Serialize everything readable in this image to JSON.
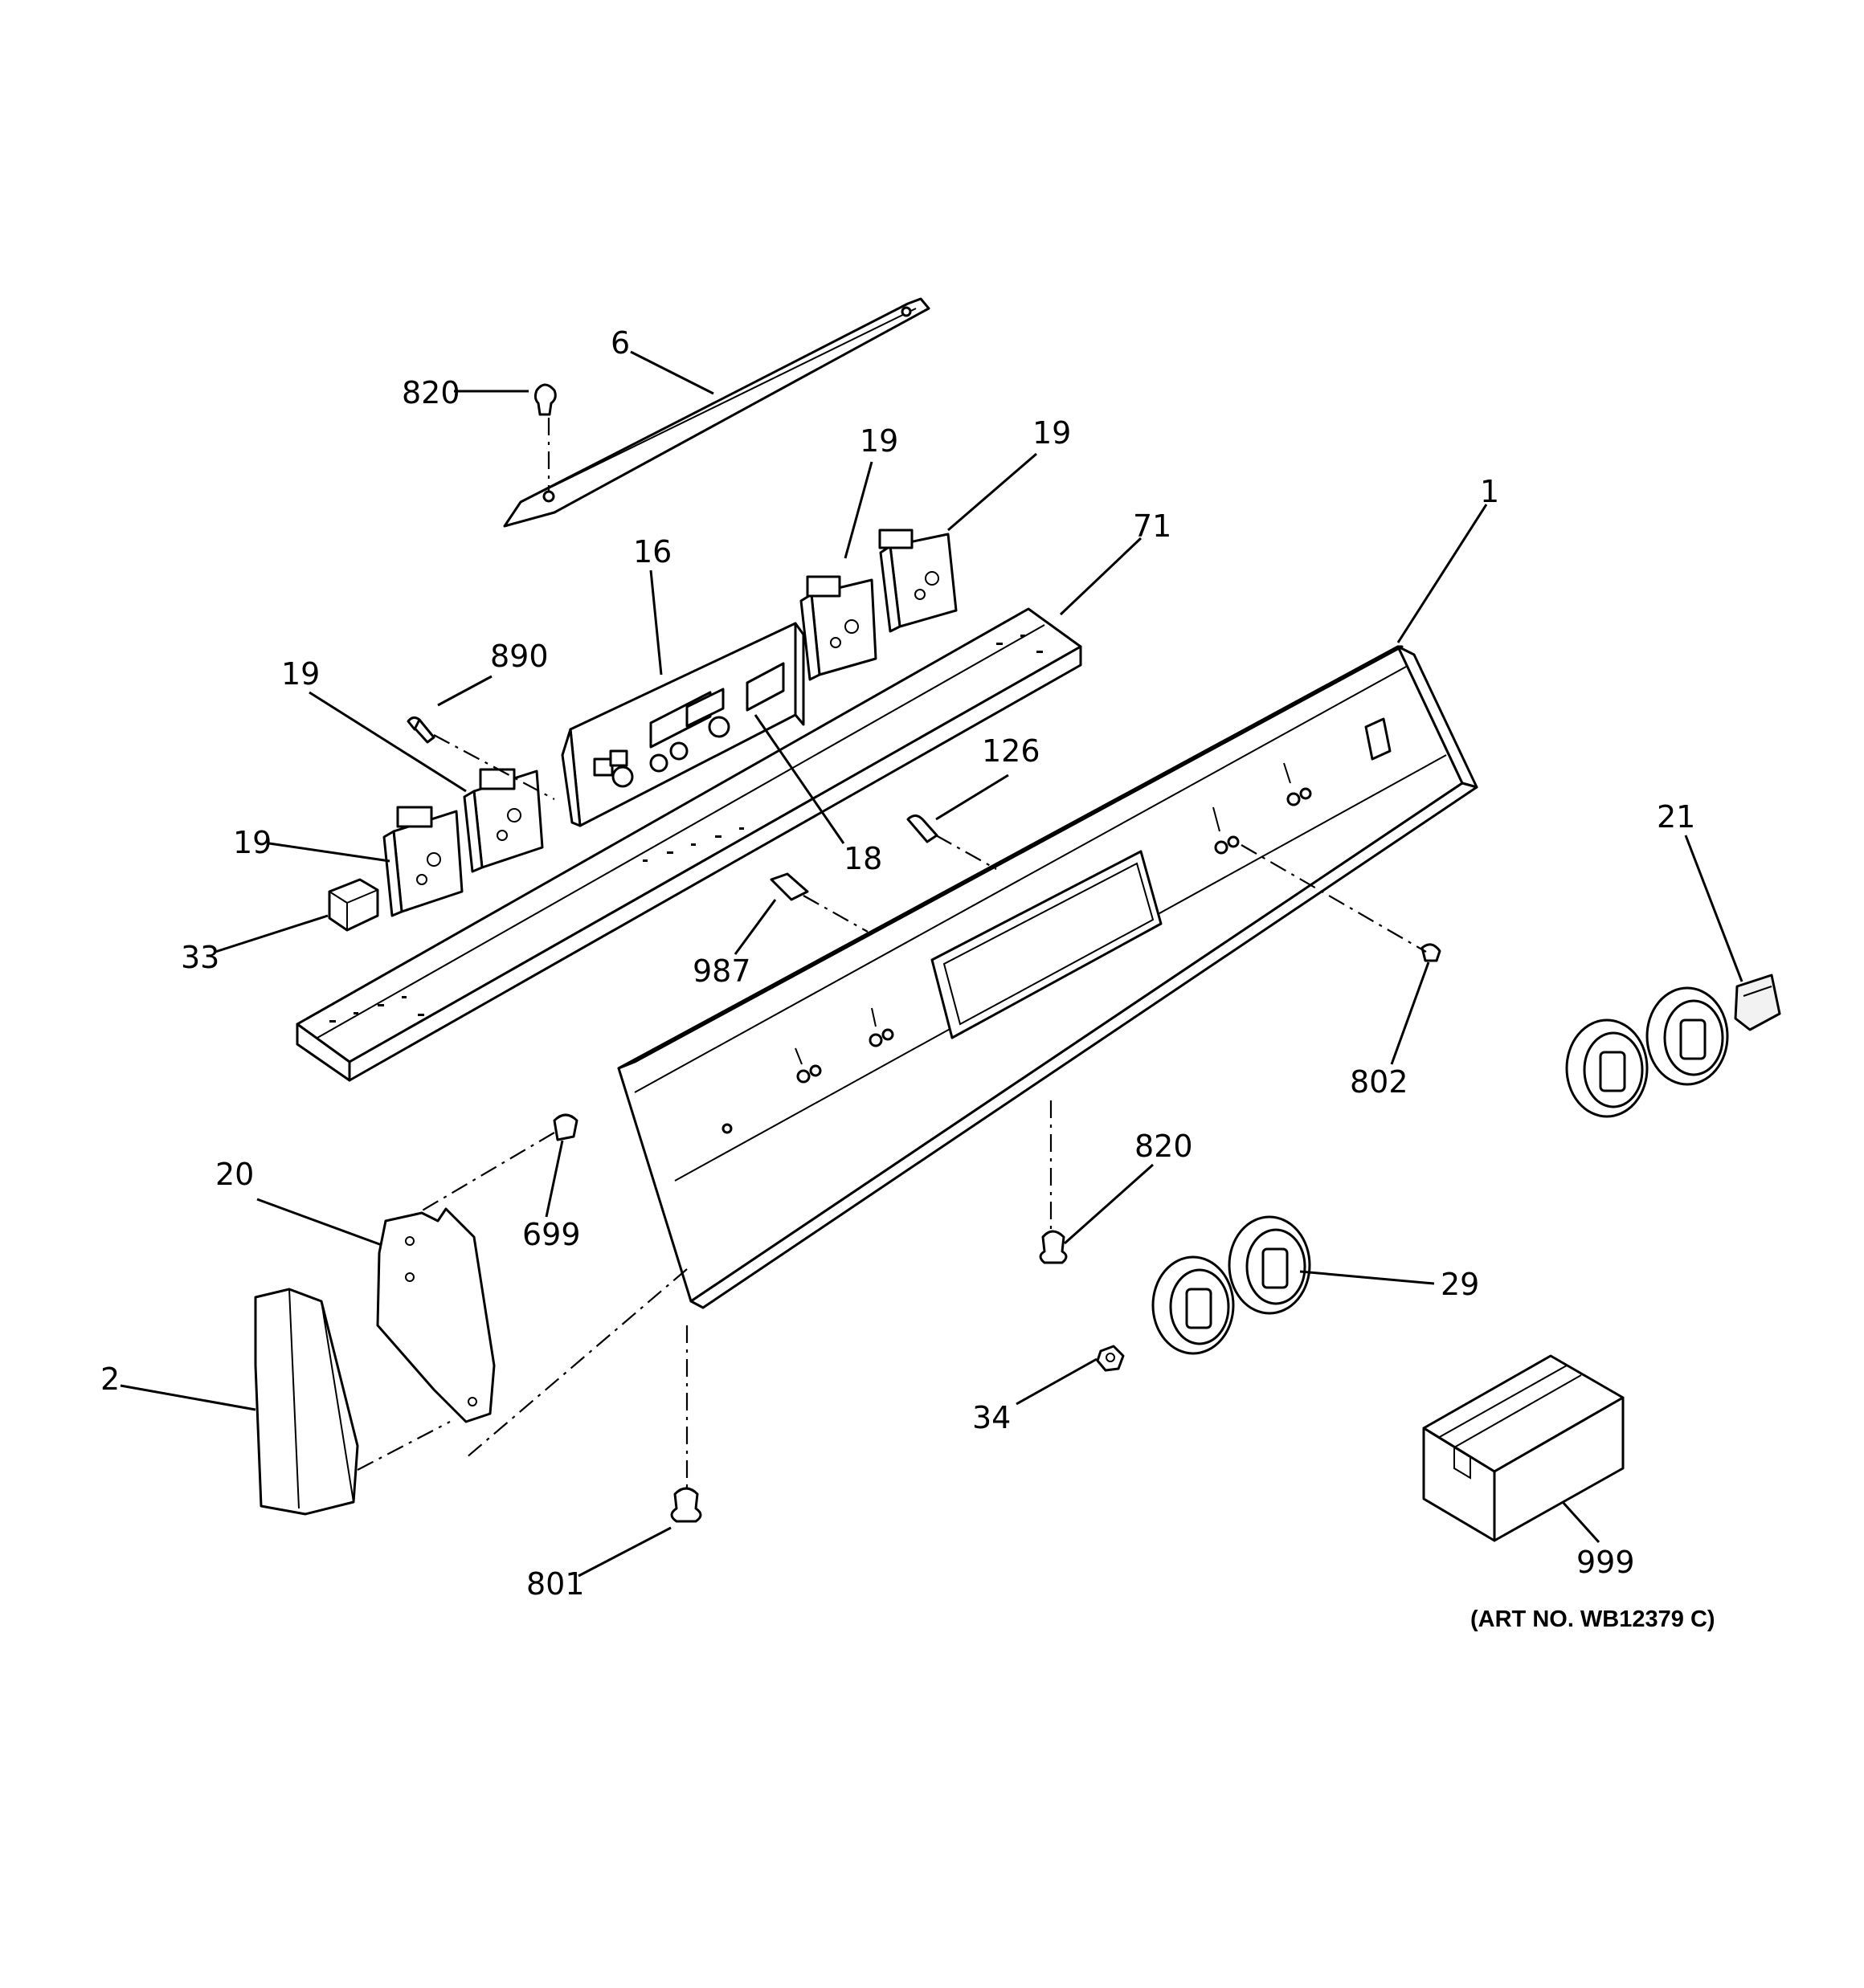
{
  "labels": {
    "l6": "6",
    "l820a": "820",
    "l19a": "19",
    "l19b": "19",
    "l1": "1",
    "l71": "71",
    "l16": "16",
    "l890": "890",
    "l19c": "19",
    "l19d": "19",
    "l126": "126",
    "l21": "21",
    "l18": "18",
    "l33": "33",
    "l987": "987",
    "l802": "802",
    "l820b": "820",
    "l20": "20",
    "l699": "699",
    "l29": "29",
    "l2": "2",
    "l34": "34",
    "l999": "999",
    "l801": "801"
  },
  "art_number": "(ART NO. WB12379 C)"
}
